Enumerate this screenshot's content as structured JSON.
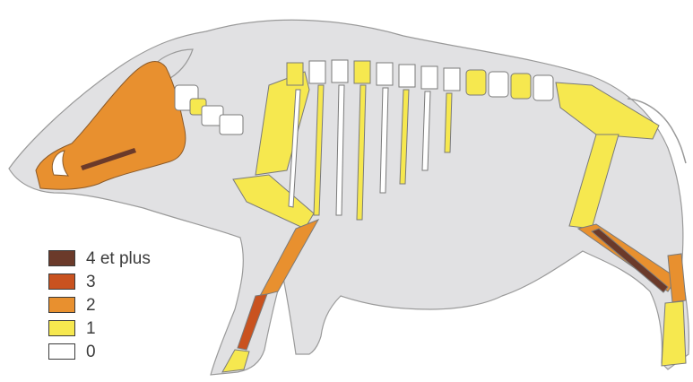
{
  "colors": {
    "background": "#ffffff",
    "silhouette_fill": "#e1e1e3",
    "outline": "#9a9a9a",
    "level_4_plus": "#6b3a2a",
    "level_3": "#c9521f",
    "level_2": "#e8902f",
    "level_1": "#f6e84f",
    "level_0": "#ffffff"
  },
  "legend": {
    "items": [
      {
        "label": "4 et plus",
        "color": "#6b3a2a"
      },
      {
        "label": "3",
        "color": "#c9521f"
      },
      {
        "label": "2",
        "color": "#e8902f"
      },
      {
        "label": "1",
        "color": "#f6e84f"
      },
      {
        "label": "0",
        "color": "#ffffff"
      }
    ]
  }
}
